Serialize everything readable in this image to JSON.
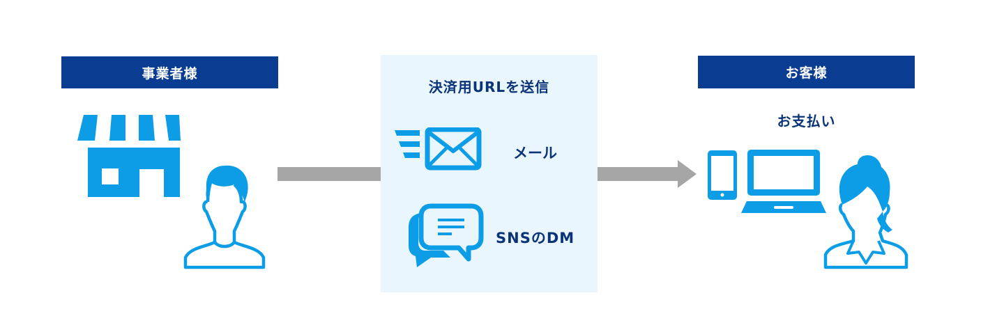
{
  "colors": {
    "header_bg": "#0a3d91",
    "header_text": "#ffffff",
    "icon_blue": "#0d9de6",
    "panel_bg": "#eaf6fd",
    "dark_text": "#0a3477",
    "arrow_gray": "#a6a6a6"
  },
  "merchant": {
    "header": "事業者様",
    "icons": [
      "store-icon",
      "man-user-icon"
    ]
  },
  "channel_panel": {
    "title": "決済用URLを送信",
    "items": [
      {
        "icon": "mail-send-icon",
        "label": "メール"
      },
      {
        "icon": "chat-bubbles-icon",
        "label": "SNSのDM"
      }
    ]
  },
  "customer": {
    "header": "お客様",
    "subtitle": "お支払い",
    "icons": [
      "smartphone-icon",
      "laptop-icon",
      "woman-user-icon"
    ]
  },
  "flow": {
    "from": "事業者様",
    "via": "決済用URLを送信",
    "to": "お客様"
  }
}
